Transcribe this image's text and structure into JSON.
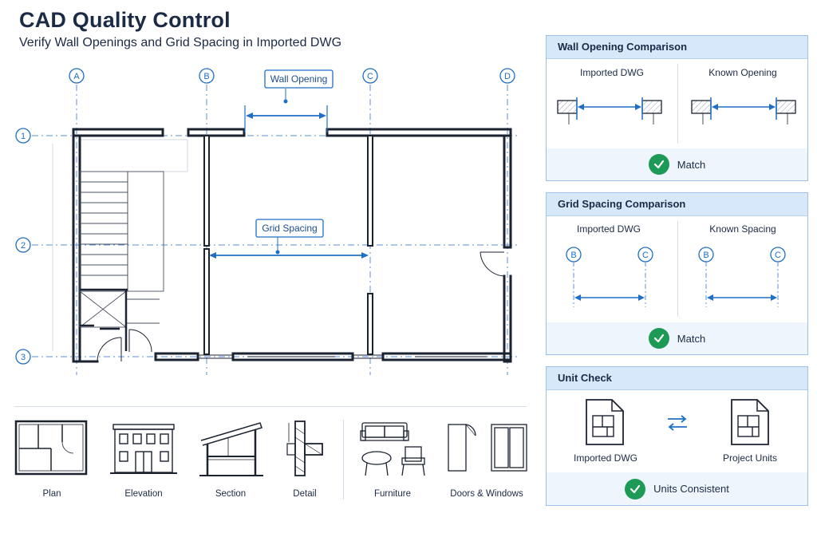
{
  "header": {
    "title": "CAD Quality Control",
    "subtitle": "Verify Wall Openings and Grid Spacing in Imported DWG"
  },
  "drawing": {
    "grid_columns": [
      "A",
      "B",
      "C",
      "D"
    ],
    "grid_rows": [
      "1",
      "2",
      "3"
    ],
    "callouts": {
      "wall_opening": "Wall Opening",
      "grid_spacing": "Grid Spacing"
    }
  },
  "panels": {
    "wall_opening": {
      "title": "Wall Opening Comparison",
      "left_label": "Imported DWG",
      "right_label": "Known Opening",
      "status": "Match"
    },
    "grid_spacing": {
      "title": "Grid Spacing Comparison",
      "left_label": "Imported DWG",
      "right_label": "Known Spacing",
      "left_grids": [
        "B",
        "C"
      ],
      "right_grids": [
        "B",
        "C"
      ],
      "status": "Match"
    },
    "unit_check": {
      "title": "Unit Check",
      "left_label": "Imported DWG",
      "right_label": "Project Units",
      "status": "Units Consistent"
    }
  },
  "toolbar": {
    "items": [
      {
        "label": "Plan",
        "icon": "plan-icon"
      },
      {
        "label": "Elevation",
        "icon": "elevation-icon"
      },
      {
        "label": "Section",
        "icon": "section-icon"
      },
      {
        "label": "Detail",
        "icon": "detail-icon"
      },
      {
        "label": "Furniture",
        "icon": "furniture-icon"
      },
      {
        "label": "Doors & Windows",
        "icon": "doors-windows-icon"
      }
    ]
  },
  "colors": {
    "accent": "#1f6fc5",
    "grid_line": "#5b8fd6",
    "wall": "#1b2230",
    "panel_bg": "#eef5fd",
    "panel_header": "#d6e8fa",
    "success": "#1e9a57"
  }
}
